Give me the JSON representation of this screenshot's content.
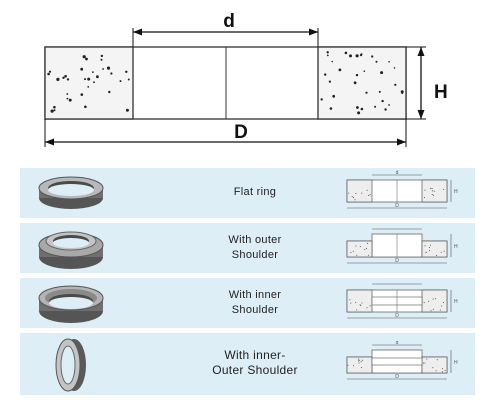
{
  "diagram": {
    "label_d": "d",
    "label_H": "H",
    "label_D": "D"
  },
  "types": [
    {
      "name": "Flat ring"
    },
    {
      "name_line1": "With outer",
      "name_line2": "Shoulder"
    },
    {
      "name_line1": "With inner",
      "name_line2": "Shoulder"
    },
    {
      "name_line1": "With inner-",
      "name_line2": "Outer Shoulder"
    }
  ],
  "mini_labels": {
    "d": "d",
    "D": "D",
    "H": "H"
  }
}
